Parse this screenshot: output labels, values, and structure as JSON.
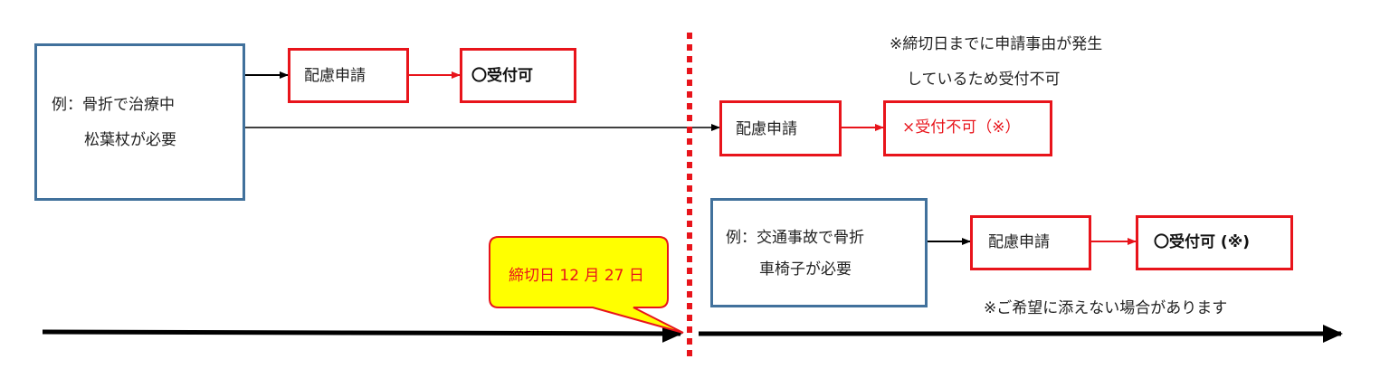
{
  "case1": {
    "example_line1": "例：骨折で治療中",
    "example_line2": "松葉杖が必要",
    "request_upper": "配慮申請",
    "result_upper": "〇受付可",
    "request_lower": "配慮申請",
    "result_lower": "×受付不可（※）"
  },
  "case2": {
    "example_line1": "例：交通事故で骨折",
    "example_line2": "車椅子が必要",
    "request": "配慮申請",
    "result": "〇受付可 (※)"
  },
  "notes": {
    "note_line1": "※締切日までに申請事由が発生",
    "note_line2": "しているため受付不可",
    "note_bottom": "※ご希望に添えない場合があります"
  },
  "deadline": {
    "label": "締切日 12 月 27 日"
  },
  "colors": {
    "blue_border": "#41719c",
    "red": "#e8141b",
    "callout_fill": "#ffff00"
  }
}
